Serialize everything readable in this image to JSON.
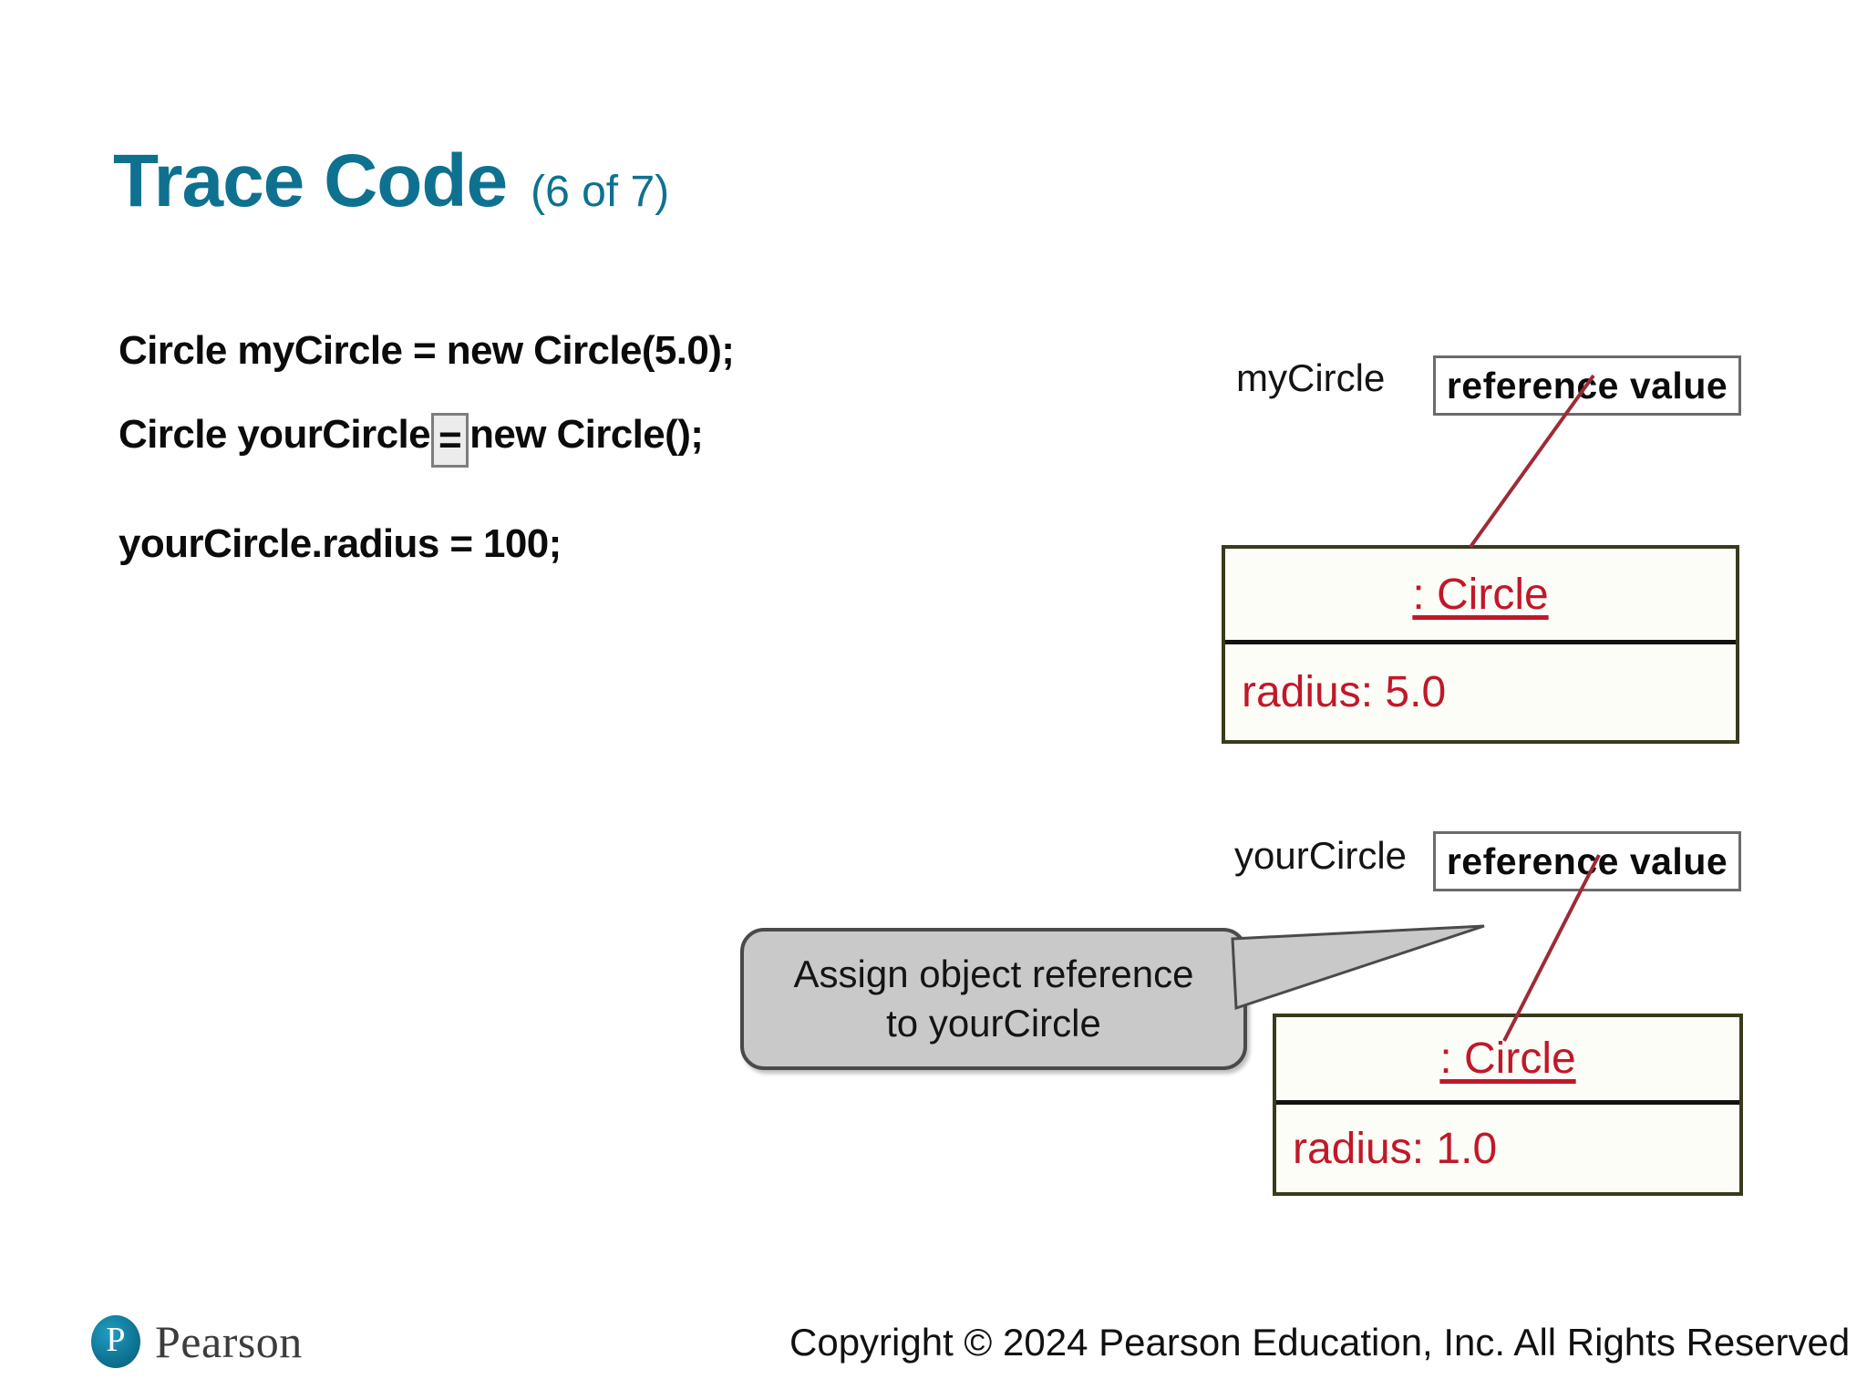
{
  "slide": {
    "title": {
      "main": "Trace Code",
      "sub": "(6 of 7)",
      "color": "#0e7190"
    }
  },
  "code": {
    "line1": "Circle myCircle = new Circle(5.0);",
    "line2_before": "Circle yourCircle",
    "line2_highlight": "=",
    "line2_after": "new Circle();",
    "line3": "yourCircle.radius = 100;"
  },
  "diagram": {
    "top": {
      "variable_label": "myCircle",
      "reference_box_label": "reference value",
      "object_title": ": Circle",
      "object_field": "radius: 5.0"
    },
    "bottom": {
      "variable_label": "yourCircle",
      "reference_box_label": "reference value",
      "object_title": ": Circle",
      "object_field": "radius: 1.0"
    },
    "callout": {
      "line1": "Assign object reference",
      "line2": "to yourCircle"
    },
    "colors": {
      "object_text": "#c0182a",
      "object_border": "#3a3a1e",
      "connector": "#9e2b35",
      "callout_fill": "#c9c9c9"
    }
  },
  "footer": {
    "logo_letter": "P",
    "logo_word": "Pearson",
    "copyright": "Copyright © 2024 Pearson Education, Inc. All Rights Reserved"
  }
}
